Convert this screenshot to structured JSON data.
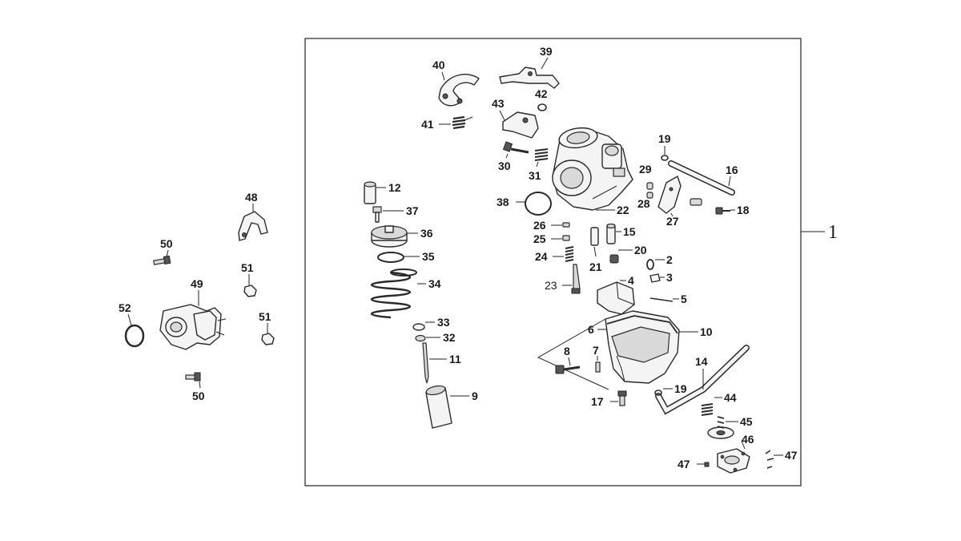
{
  "diagram": {
    "assembly_label": "1",
    "parts": [
      {
        "id": "p2",
        "label": "2"
      },
      {
        "id": "p3",
        "label": "3"
      },
      {
        "id": "p4",
        "label": "4"
      },
      {
        "id": "p5",
        "label": "5"
      },
      {
        "id": "p6",
        "label": "6"
      },
      {
        "id": "p7",
        "label": "7"
      },
      {
        "id": "p8",
        "label": "8"
      },
      {
        "id": "p9",
        "label": "9"
      },
      {
        "id": "p10",
        "label": "10"
      },
      {
        "id": "p11",
        "label": "11"
      },
      {
        "id": "p12",
        "label": "12"
      },
      {
        "id": "p14",
        "label": "14"
      },
      {
        "id": "p15",
        "label": "15"
      },
      {
        "id": "p16",
        "label": "16"
      },
      {
        "id": "p17",
        "label": "17"
      },
      {
        "id": "p18",
        "label": "18"
      },
      {
        "id": "p19a",
        "label": "19"
      },
      {
        "id": "p19b",
        "label": "19"
      },
      {
        "id": "p20",
        "label": "20"
      },
      {
        "id": "p21",
        "label": "21"
      },
      {
        "id": "p22",
        "label": "22"
      },
      {
        "id": "p23",
        "label": "23"
      },
      {
        "id": "p24",
        "label": "24"
      },
      {
        "id": "p25",
        "label": "25"
      },
      {
        "id": "p26",
        "label": "26"
      },
      {
        "id": "p27",
        "label": "27"
      },
      {
        "id": "p28",
        "label": "28"
      },
      {
        "id": "p29",
        "label": "29"
      },
      {
        "id": "p30",
        "label": "30"
      },
      {
        "id": "p31",
        "label": "31"
      },
      {
        "id": "p32",
        "label": "32"
      },
      {
        "id": "p33",
        "label": "33"
      },
      {
        "id": "p34",
        "label": "34"
      },
      {
        "id": "p35",
        "label": "35"
      },
      {
        "id": "p36",
        "label": "36"
      },
      {
        "id": "p37",
        "label": "37"
      },
      {
        "id": "p38",
        "label": "38"
      },
      {
        "id": "p39",
        "label": "39"
      },
      {
        "id": "p40",
        "label": "40"
      },
      {
        "id": "p41",
        "label": "41"
      },
      {
        "id": "p42",
        "label": "42"
      },
      {
        "id": "p43",
        "label": "43"
      },
      {
        "id": "p44",
        "label": "44"
      },
      {
        "id": "p45",
        "label": "45"
      },
      {
        "id": "p46",
        "label": "46"
      },
      {
        "id": "p47a",
        "label": "47"
      },
      {
        "id": "p47b",
        "label": "47"
      },
      {
        "id": "p48",
        "label": "48"
      },
      {
        "id": "p49",
        "label": "49"
      },
      {
        "id": "p50a",
        "label": "50"
      },
      {
        "id": "p50b",
        "label": "50"
      },
      {
        "id": "p51a",
        "label": "51"
      },
      {
        "id": "p51b",
        "label": "51"
      },
      {
        "id": "p52",
        "label": "52"
      }
    ]
  }
}
